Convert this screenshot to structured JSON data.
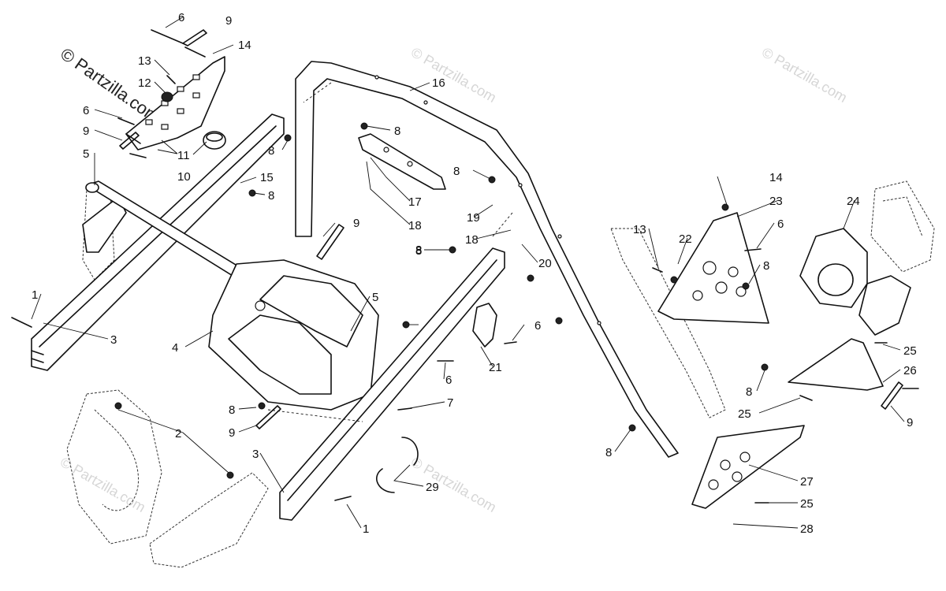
{
  "copyright": "© Partzilla.com",
  "watermark_text": "© Partzilla.com",
  "callouts": [
    {
      "id": "c6a",
      "text": "6"
    },
    {
      "id": "c9a",
      "text": "9"
    },
    {
      "id": "c14a",
      "text": "14"
    },
    {
      "id": "c13a",
      "text": "13"
    },
    {
      "id": "c12",
      "text": "12"
    },
    {
      "id": "c6b",
      "text": "6"
    },
    {
      "id": "c9b",
      "text": "9"
    },
    {
      "id": "c5a",
      "text": "5"
    },
    {
      "id": "c11",
      "text": "11"
    },
    {
      "id": "c8a",
      "text": "8"
    },
    {
      "id": "c10",
      "text": "10"
    },
    {
      "id": "c15",
      "text": "15"
    },
    {
      "id": "c8b",
      "text": "8"
    },
    {
      "id": "c16",
      "text": "16"
    },
    {
      "id": "c8c",
      "text": "8"
    },
    {
      "id": "c8d",
      "text": "8"
    },
    {
      "id": "c17",
      "text": "17"
    },
    {
      "id": "c18a",
      "text": "18"
    },
    {
      "id": "c19",
      "text": "19"
    },
    {
      "id": "c18b",
      "text": "18"
    },
    {
      "id": "c9c",
      "text": "9"
    },
    {
      "id": "c8e",
      "text": "8"
    },
    {
      "id": "c20",
      "text": "20"
    },
    {
      "id": "c14b",
      "text": "14"
    },
    {
      "id": "c23",
      "text": "23"
    },
    {
      "id": "c24",
      "text": "24"
    },
    {
      "id": "c13b",
      "text": "13"
    },
    {
      "id": "c22",
      "text": "22"
    },
    {
      "id": "c6c",
      "text": "6"
    },
    {
      "id": "c8f",
      "text": "8"
    },
    {
      "id": "c1a",
      "text": "1"
    },
    {
      "id": "c3a",
      "text": "3"
    },
    {
      "id": "c4",
      "text": "4"
    },
    {
      "id": "c5b",
      "text": "5"
    },
    {
      "id": "c8g",
      "text": "8"
    },
    {
      "id": "c6d",
      "text": "6"
    },
    {
      "id": "c21",
      "text": "21"
    },
    {
      "id": "c6e",
      "text": "6"
    },
    {
      "id": "c7",
      "text": "7"
    },
    {
      "id": "c25a",
      "text": "25"
    },
    {
      "id": "c26",
      "text": "26"
    },
    {
      "id": "c8h",
      "text": "8"
    },
    {
      "id": "c25b",
      "text": "25"
    },
    {
      "id": "c9d",
      "text": "9"
    },
    {
      "id": "c2",
      "text": "2"
    },
    {
      "id": "c8i",
      "text": "8"
    },
    {
      "id": "c9e",
      "text": "9"
    },
    {
      "id": "c3b",
      "text": "3"
    },
    {
      "id": "c29",
      "text": "29"
    },
    {
      "id": "c1b",
      "text": "1"
    },
    {
      "id": "c8j",
      "text": "8"
    },
    {
      "id": "c27",
      "text": "27"
    },
    {
      "id": "c25c",
      "text": "25"
    },
    {
      "id": "c28",
      "text": "28"
    }
  ]
}
